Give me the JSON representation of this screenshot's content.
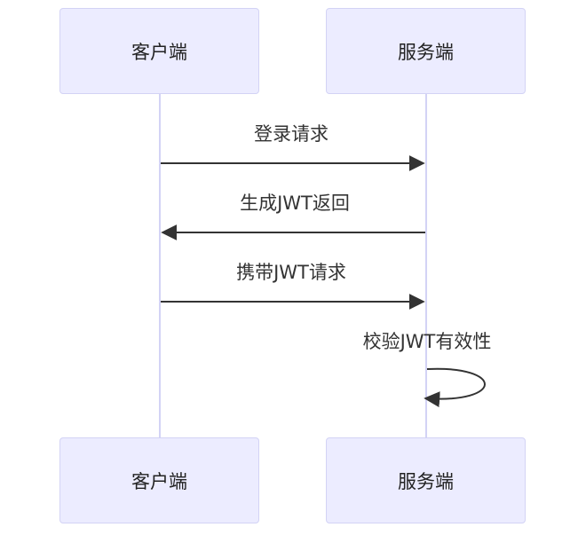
{
  "participants": {
    "client": "客户端",
    "server": "服务端"
  },
  "messages": [
    {
      "from": "client",
      "to": "server",
      "label": "登录请求"
    },
    {
      "from": "server",
      "to": "client",
      "label": "生成JWT返回"
    },
    {
      "from": "client",
      "to": "server",
      "label": "携带JWT请求"
    },
    {
      "from": "server",
      "to": "server",
      "label": "校验JWT有效性"
    }
  ],
  "colors": {
    "actor_fill": "#ececff",
    "actor_border": "#d3d3f5",
    "lifeline": "#d3d3f5",
    "arrow": "#333333"
  }
}
